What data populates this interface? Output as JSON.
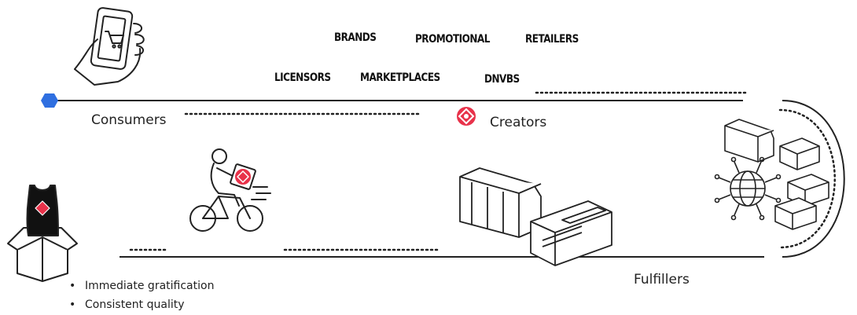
{
  "categories": {
    "brands": "BRANDS",
    "promotional": "PROMOTIONAL",
    "retailers": "RETAILERS",
    "licensors": "LICENSORS",
    "marketplaces": "MARKETPLACES",
    "dnvbs": "DNVBS"
  },
  "labels": {
    "consumers": "Consumers",
    "creators": "Creators",
    "fulfillers": "Fulfillers"
  },
  "benefits": [
    "Immediate gratification",
    "Consistent quality"
  ],
  "colors": {
    "consumer_marker": "#2f6fe0",
    "creator_accent": "#e8324a",
    "line": "#222222"
  },
  "icons": [
    "smartphone-cart-icon",
    "creator-logo-icon",
    "box-shirt-icon",
    "delivery-bike-icon",
    "large-printer-icon",
    "network-globe-icon",
    "small-printer-icon"
  ]
}
